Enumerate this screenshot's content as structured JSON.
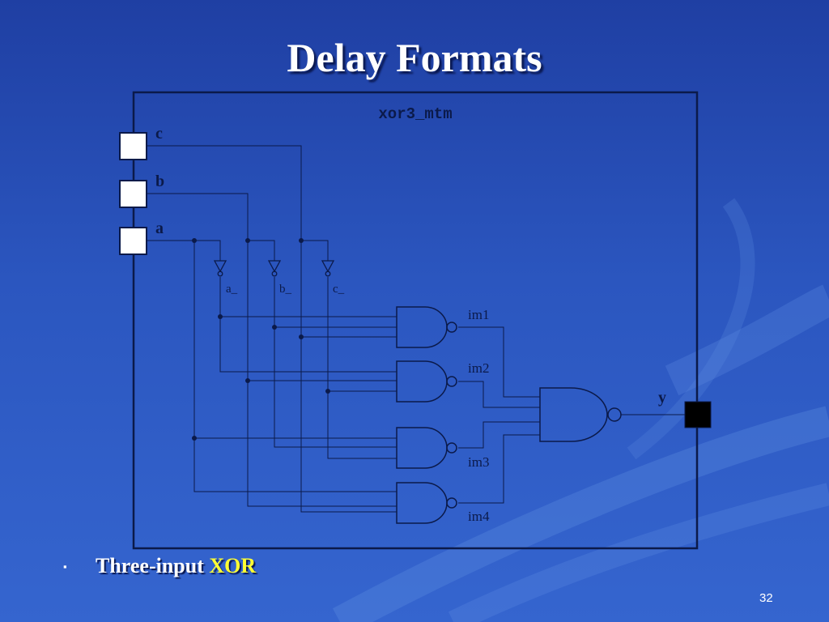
{
  "slide": {
    "title": "Delay Formats",
    "page_number": "32"
  },
  "diagram": {
    "module_name": "xor3_mtm",
    "ports": {
      "c": "c",
      "b": "b",
      "a": "a",
      "y": "y"
    },
    "inverter_outputs": {
      "a": "a_",
      "b": "b_",
      "c": "c_"
    },
    "nets": {
      "im1": "im1",
      "im2": "im2",
      "im3": "im3",
      "im4": "im4"
    }
  },
  "caption": {
    "prefix": "Three-input ",
    "highlight": "XOR"
  },
  "colors": {
    "background": "#2b56bf",
    "wire": "#0b1a4a",
    "highlight": "#ffff33",
    "title": "#ffffff"
  }
}
